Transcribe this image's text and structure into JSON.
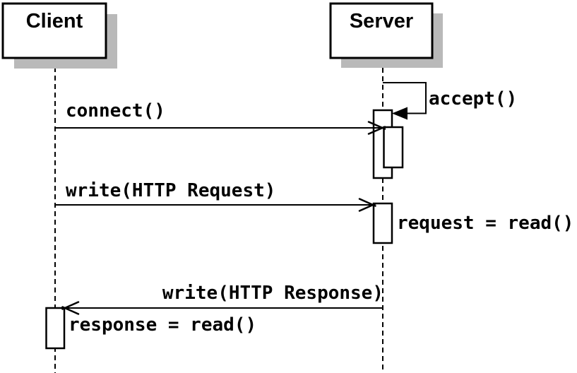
{
  "diagram": {
    "type": "uml-sequence-diagram",
    "background_color": "#ffffff",
    "colors": {
      "line": "#000000",
      "text": "#000000",
      "box_fill": "#ffffff",
      "shadow": "#b9b9b9"
    },
    "actors": [
      {
        "name": "Client"
      },
      {
        "name": "Server"
      }
    ],
    "messages": [
      {
        "label": "accept()",
        "from": "Server",
        "to": "Server",
        "arrow": "filled",
        "kind": "self-call"
      },
      {
        "label": "connect()",
        "from": "Client",
        "to": "Server",
        "arrow": "open",
        "kind": "call"
      },
      {
        "label": "write(HTTP Request)",
        "from": "Client",
        "to": "Server",
        "arrow": "open",
        "kind": "call"
      },
      {
        "label": "request = read()",
        "actor": "Server",
        "kind": "activation-label"
      },
      {
        "label": "write(HTTP Response)",
        "from": "Server",
        "to": "Client",
        "arrow": "open",
        "kind": "call"
      },
      {
        "label": "response = read()",
        "actor": "Client",
        "kind": "activation-label"
      }
    ]
  }
}
